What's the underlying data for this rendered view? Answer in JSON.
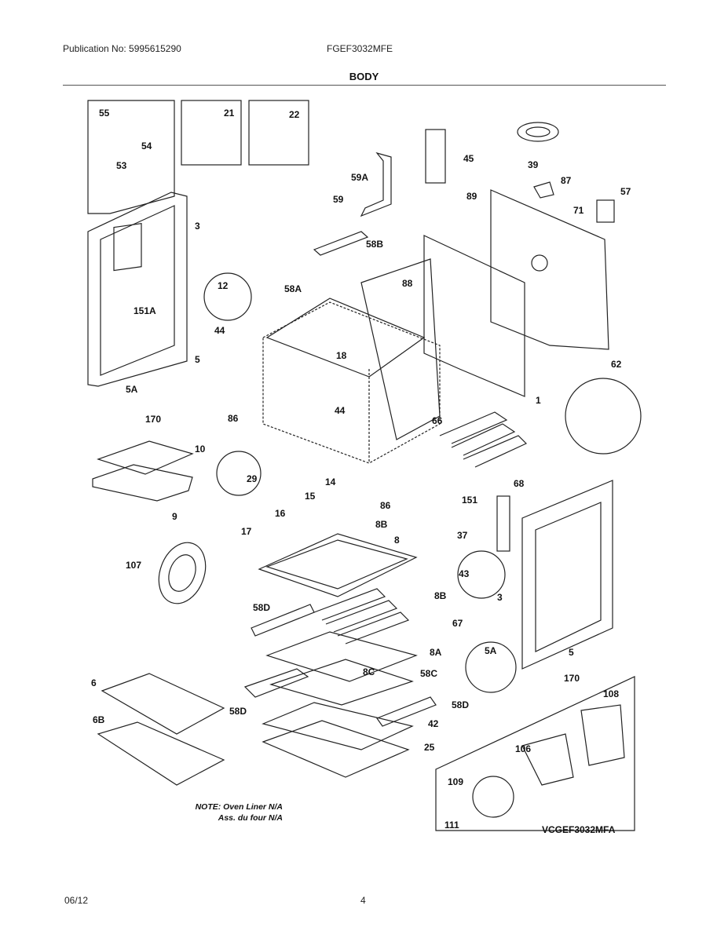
{
  "header": {
    "publication": "Publication No: 5995615290",
    "model": "FGEF3032MFE",
    "title": "BODY"
  },
  "footer": {
    "date": "06/12",
    "page": "4"
  },
  "diagram": {
    "note_line1": "NOTE: Oven Liner N/A",
    "note_line2": "Ass. du four N/A",
    "diagram_code": "VCGEF3032MFA",
    "part_labels": [
      "55",
      "54",
      "53",
      "21",
      "22",
      "45",
      "39",
      "59A",
      "59",
      "87",
      "57",
      "89",
      "71",
      "3",
      "58B",
      "88",
      "12",
      "58A",
      "151A",
      "44",
      "18",
      "5",
      "5A",
      "170",
      "86",
      "44",
      "1",
      "62",
      "66",
      "10",
      "29",
      "14",
      "15",
      "9",
      "16",
      "17",
      "86",
      "68",
      "151",
      "8B",
      "37",
      "8",
      "107",
      "43",
      "8B",
      "3",
      "58D",
      "67",
      "8A",
      "5A",
      "8C",
      "58C",
      "5",
      "170",
      "6",
      "58D",
      "58D",
      "108",
      "42",
      "6B",
      "25",
      "106",
      "109",
      "111"
    ]
  }
}
